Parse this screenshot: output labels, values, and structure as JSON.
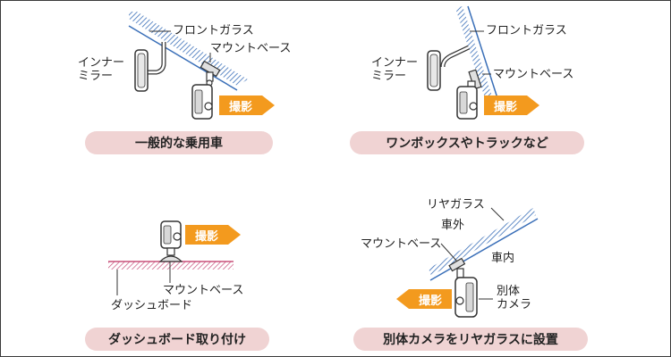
{
  "colors": {
    "pill_bg": "#f0d3d3",
    "arrow": "#f39a1e",
    "hatch": "#3a6fb8",
    "dash_pink": "#c8507a",
    "line": "#333333"
  },
  "icons": [
    "camera-icon",
    "inner-mirror-icon",
    "mount-base-icon",
    "shooting-direction-arrow"
  ],
  "panels": [
    {
      "caption": "一般的な乗用車",
      "labels": {
        "windshield": "フロントガラス",
        "mount_base": "マウントベース",
        "inner_mirror": "インナー\nミラー"
      },
      "arrow": "撮影"
    },
    {
      "caption": "ワンボックスやトラックなど",
      "labels": {
        "windshield": "フロントガラス",
        "mount_base": "マウントベース",
        "inner_mirror": "インナー\nミラー"
      },
      "arrow": "撮影"
    },
    {
      "caption": "ダッシュボード取り付け",
      "labels": {
        "mount_base": "マウントベース",
        "dashboard": "ダッシュボード"
      },
      "arrow": "撮影"
    },
    {
      "caption": "別体カメラをリヤガラスに設置",
      "labels": {
        "rear_glass": "リヤガラス",
        "outside": "車外",
        "mount_base": "マウントベース",
        "inside": "車内",
        "separate_camera": "別体\nカメラ"
      },
      "arrow": "撮影"
    }
  ]
}
